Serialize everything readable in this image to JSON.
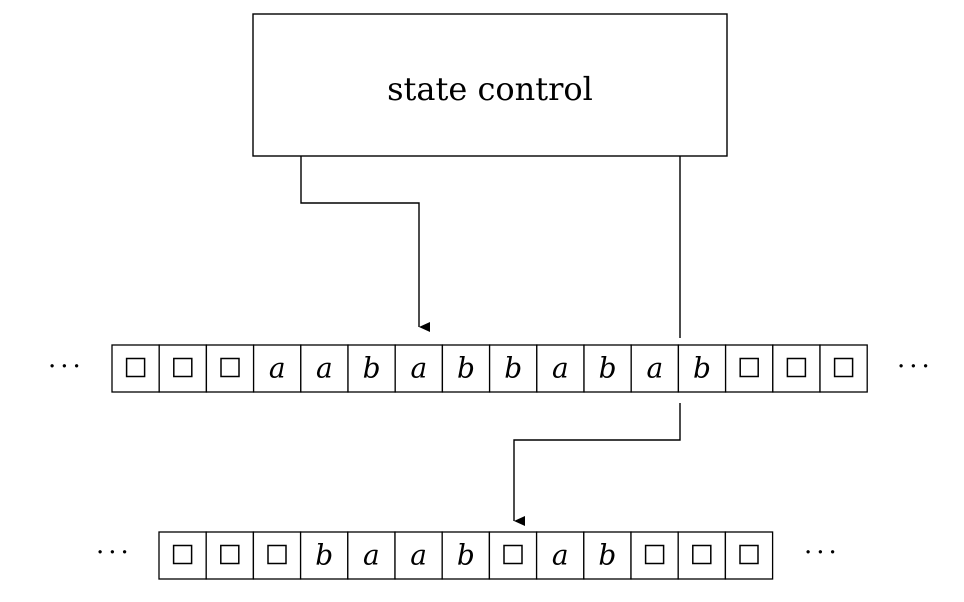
{
  "state_control": {
    "label": "state control"
  },
  "ellipsis": "···",
  "blank_symbol": "blank-square",
  "input_tape": {
    "cells": [
      "blank",
      "blank",
      "blank",
      "a",
      "a",
      "b",
      "a",
      "b",
      "b",
      "a",
      "b",
      "a",
      "b",
      "blank",
      "blank",
      "blank"
    ],
    "read_head_cell_index": 6,
    "second_head_cell_index": 12
  },
  "output_tape": {
    "cells": [
      "blank",
      "blank",
      "blank",
      "b",
      "a",
      "a",
      "b",
      "blank",
      "a",
      "b",
      "blank",
      "blank",
      "blank"
    ],
    "write_head_cell_index": 7
  }
}
